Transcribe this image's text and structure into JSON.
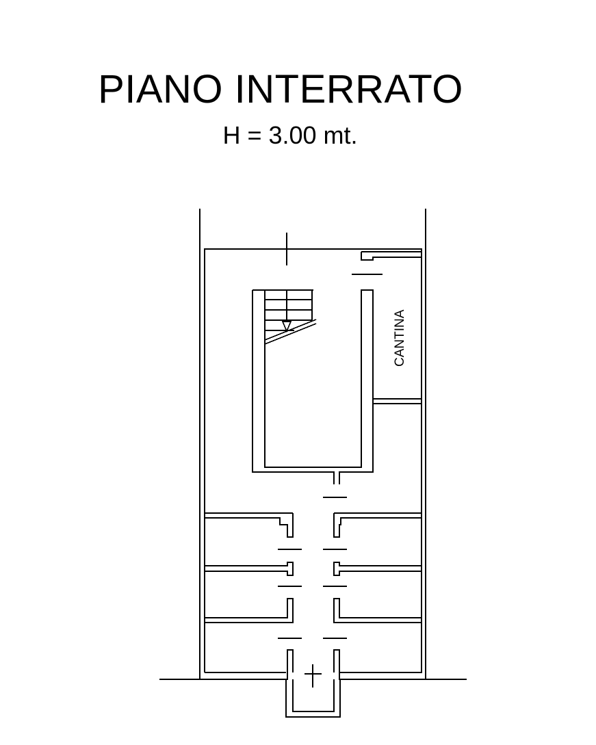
{
  "drawing": {
    "title": "PIANO INTERRATO",
    "subtitle": "H = 3.00 mt.",
    "room_labels": {
      "cantina": "CANTINA"
    }
  }
}
